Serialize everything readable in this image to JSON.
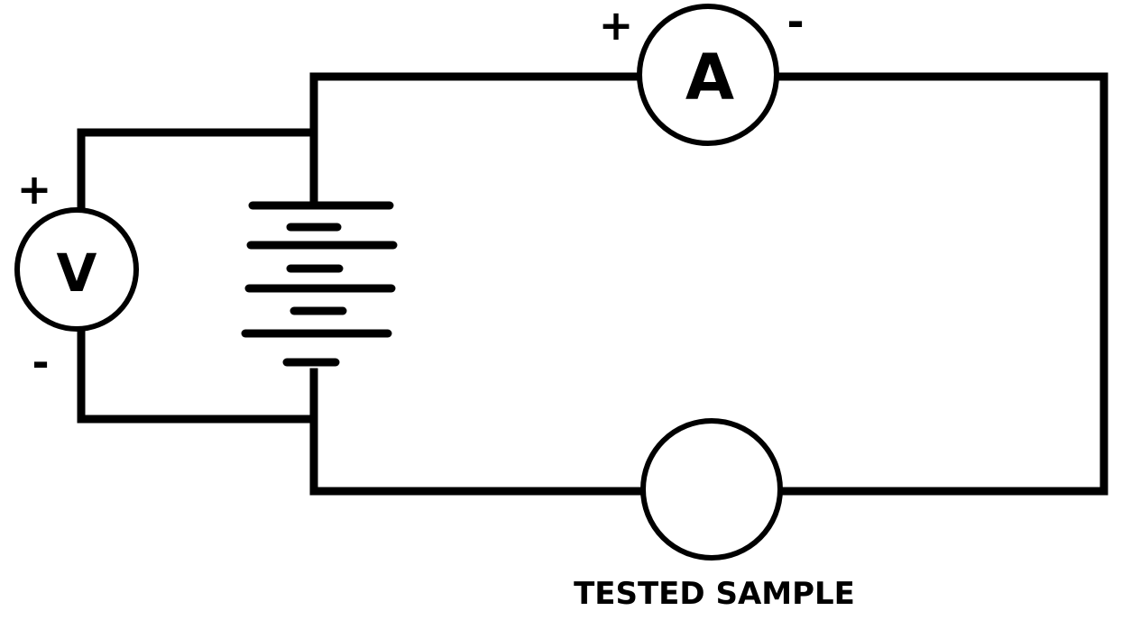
{
  "diagram": {
    "ammeter": {
      "symbol": "A",
      "plus_label": "+",
      "minus_label": "-"
    },
    "voltmeter": {
      "symbol": "V",
      "plus_label": "+",
      "minus_label": "-"
    },
    "battery": {
      "cells": 4
    },
    "sample": {
      "label": "TESTED SAMPLE"
    },
    "colors": {
      "line": "#000000",
      "background": "#ffffff"
    }
  }
}
